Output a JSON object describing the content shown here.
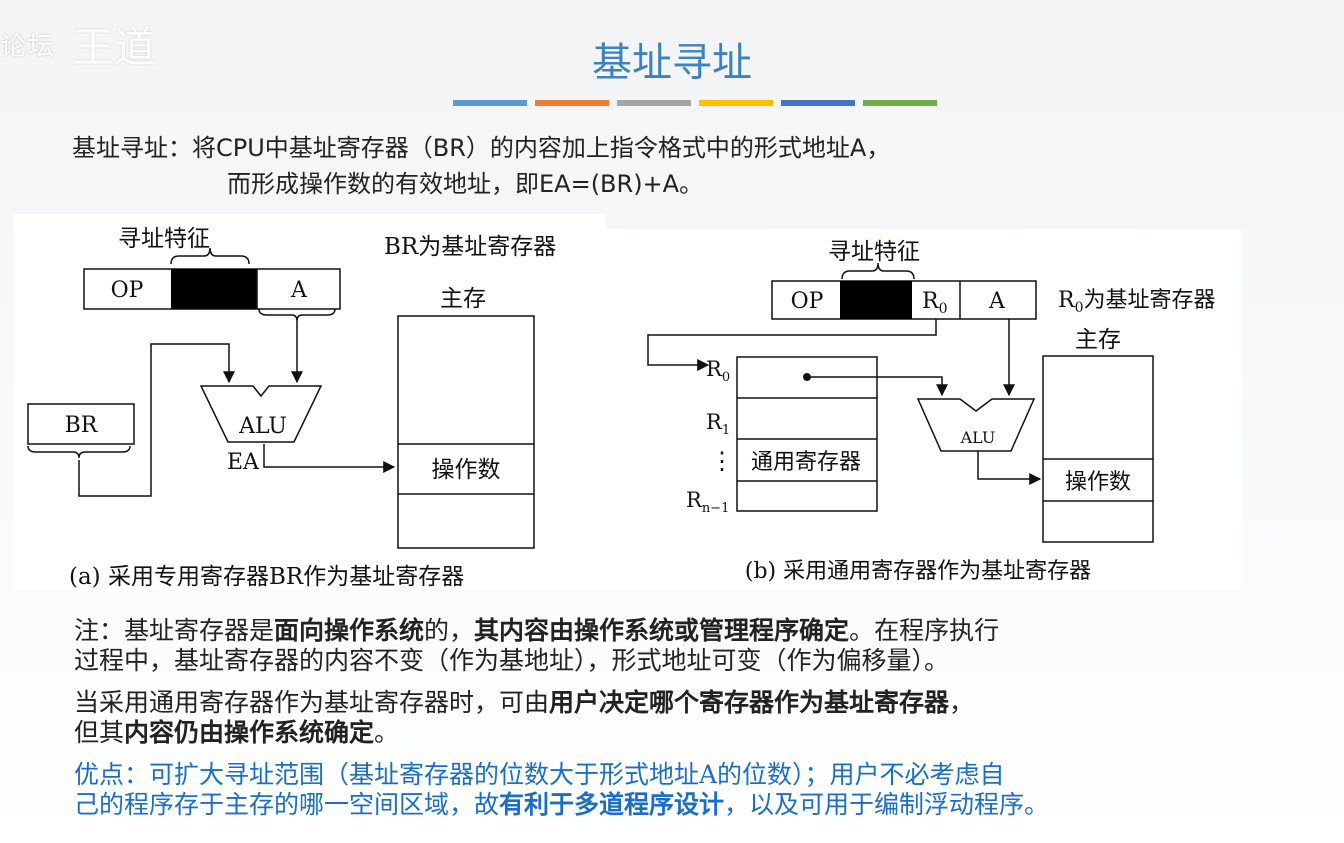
{
  "watermark": {
    "text": "论坛",
    "logo": "王道"
  },
  "title": "基址寻址",
  "accent_bars": [
    "#5b9bd5",
    "#ed7d31",
    "#a5a5a5",
    "#ffc000",
    "#4472c4",
    "#70ad47"
  ],
  "definition": {
    "line1": "基址寻址：将CPU中基址寄存器（BR）的内容加上指令格式中的形式地址A，",
    "line2": "而形成操作数的有效地址，即EA=(BR)+A。"
  },
  "diagram_a": {
    "feature_label": "寻址特征",
    "op": "OP",
    "a": "A",
    "br_note": "BR为基址寄存器",
    "memory_label": "主存",
    "br": "BR",
    "alu": "ALU",
    "ea": "EA",
    "operand": "操作数",
    "caption": "(a) 采用专用寄存器BR作为基址寄存器"
  },
  "diagram_b": {
    "feature_label": "寻址特征",
    "op": "OP",
    "r0_field": "R",
    "r0_sub": "0",
    "a": "A",
    "r0_note_main": "R",
    "r0_note_sub": "0",
    "r0_note_rest": "为基址寄存器",
    "memory_label": "主存",
    "reg_r0": "R",
    "reg_r0_sub": "0",
    "reg_r1": "R",
    "reg_r1_sub": "1",
    "reg_dots": "⋮",
    "reg_rn": "R",
    "reg_rn_sub": "n−1",
    "general_regs": "通用寄存器",
    "alu": "ALU",
    "operand": "操作数",
    "caption": "(b) 采用通用寄存器作为基址寄存器"
  },
  "notes": {
    "n1_a": "注：基址寄存器是",
    "n1_b": "面向操作系统",
    "n1_c": "的，",
    "n1_d": "其内容由操作系统或管理程序确定",
    "n1_e": "。在程序执行",
    "n2": "过程中，基址寄存器的内容不变（作为基地址），形式地址可变（作为偏移量）。",
    "n3_a": "当采用通用寄存器作为基址寄存器时，可由",
    "n3_b": "用户决定哪个寄存器作为基址寄存器",
    "n3_c": "，",
    "n4_a": "但其",
    "n4_b": "内容仍由操作系统确定",
    "n4_c": "。",
    "adv1": "优点：可扩大寻址范围（基址寄存器的位数大于形式地址A的位数）；用户不必考虑自",
    "adv2_a": "己的程序存于主存的哪一空间区域，故",
    "adv2_b": "有利于多道程序设计",
    "adv2_c": "，以及可用于编制浮动程序。"
  }
}
